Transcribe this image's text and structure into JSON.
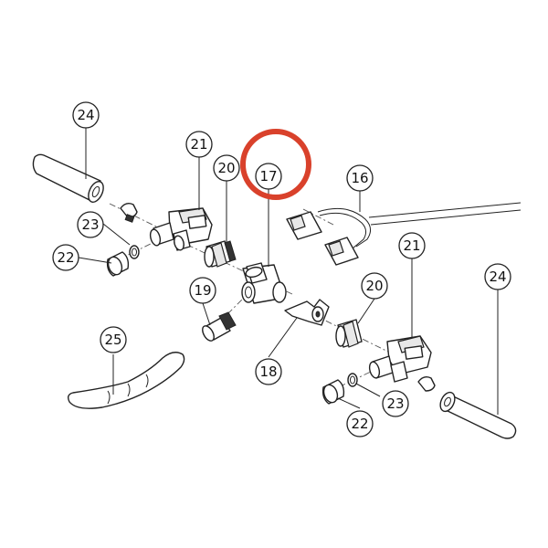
{
  "highlight": {
    "color": "#d9412b",
    "target_label": "17"
  },
  "callouts": [
    {
      "id": "c24a",
      "label": "24"
    },
    {
      "id": "c21a",
      "label": "21"
    },
    {
      "id": "c20a",
      "label": "20"
    },
    {
      "id": "c17",
      "label": "17"
    },
    {
      "id": "c16",
      "label": "16"
    },
    {
      "id": "c23a",
      "label": "23"
    },
    {
      "id": "c22a",
      "label": "22"
    },
    {
      "id": "c19",
      "label": "19"
    },
    {
      "id": "c21b",
      "label": "21"
    },
    {
      "id": "c24b",
      "label": "24"
    },
    {
      "id": "c20b",
      "label": "20"
    },
    {
      "id": "c25",
      "label": "25"
    },
    {
      "id": "c18",
      "label": "18"
    },
    {
      "id": "c23b",
      "label": "23"
    },
    {
      "id": "c22b",
      "label": "22"
    }
  ]
}
